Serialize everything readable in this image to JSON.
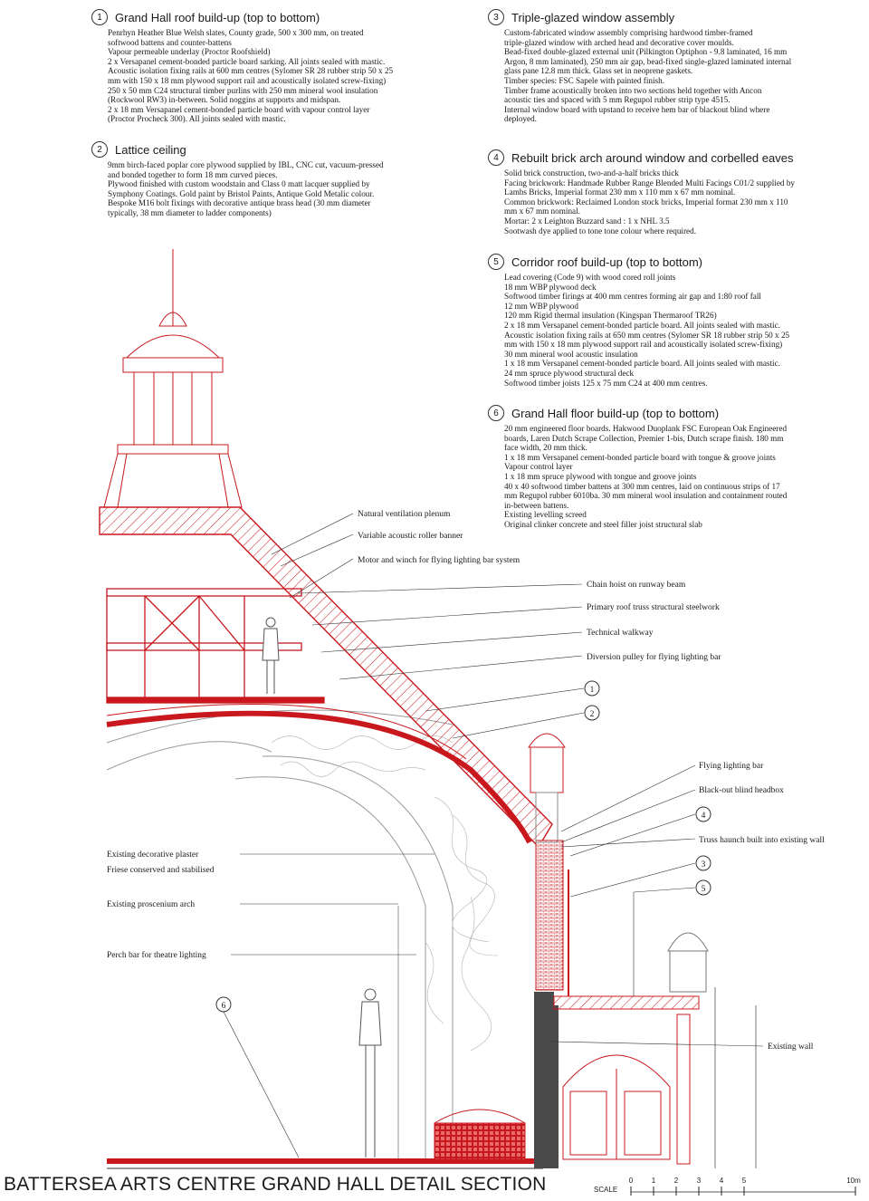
{
  "notes": [
    {
      "num": "1",
      "title": "Grand Hall roof build-up (top to bottom)",
      "lines": [
        "Penrhyn Heather Blue Welsh slates, County grade, 500 x 300 mm, on treated",
        "softwood battens and counter-battens",
        "Vapour permeable underlay (Proctor Roofshield)",
        "2 x Versapanel cement-bonded particle board sarking. All joints sealed with mastic.",
        "Acoustic isolation fixing rails at 600 mm centres (Sylomer SR 28 rubber strip 50 x 25",
        "mm with 150 x 18 mm plywood support rail and acoustically isolated screw-fixing)",
        "250 x 50 mm C24 structural timber purlins with 250 mm mineral wool insulation",
        "(Rockwool RW3) in-between. Solid noggins at supports and midspan.",
        "2 x 18 mm Versapanel cement-bonded particle board with vapour control layer",
        "(Proctor Procheck 300). All joints sealed with mastic."
      ]
    },
    {
      "num": "2",
      "title": "Lattice ceiling",
      "lines": [
        "9mm birch-faced poplar core plywood supplied by IBL, CNC cut, vacuum-pressed",
        "and bonded together to form 18 mm curved pieces.",
        "Plywood finished with custom woodstain and Class 0 matt lacquer supplied by",
        "Symphony Coatings. Gold paint by Bristol Paints, Antique Gold Metalic colour.",
        "Bespoke M16 bolt fixings with decorative antique brass head (30 mm diameter",
        "typically, 38 mm diameter to ladder components)"
      ]
    },
    {
      "num": "3",
      "title": "Triple-glazed window assembly",
      "lines": [
        "Custom-fabricated window assembly comprising hardwood timber-framed",
        "triple-glazed window with arched head and decorative cover moulds.",
        "Bead-fixed double-glazed external unit (Pilkington Optiphon - 9.8 laminated, 16 mm",
        "Argon, 8 mm laminated), 250 mm air gap, bead-fixed single-glazed laminated internal",
        "glass pane 12.8 mm thick. Glass set in neoprene gaskets.",
        "Timber species: FSC Sapele with painted finish.",
        "Timber frame acoustically broken into two sections held together with Ancon",
        "acoustic ties and spaced with 5 mm Regupol rubber strip type 4515.",
        "Internal window board with upstand to receive hem bar of blackout blind where",
        "deployed."
      ]
    },
    {
      "num": "4",
      "title": "Rebuilt brick arch around window and corbelled eaves",
      "lines": [
        "Solid brick construction, two-and-a-half bricks thick",
        "Facing brickwork: Handmade Rubber Range Blended Multi Facings C01/2 supplied by",
        "Lambs Bricks, Imperial format 230 mm x 110 mm x 67 mm nominal.",
        "Common brickwork: Reclaimed London stock bricks, Imperial format 230 mm x 110",
        "mm x 67 mm nominal.",
        "Mortar: 2 x Leighton Buzzard sand : 1 x NHL 3.5",
        "Sootwash dye applied to tone tone colour where required."
      ]
    },
    {
      "num": "5",
      "title": "Corridor roof build-up (top to bottom)",
      "lines": [
        "Lead covering (Code 9) with wood cored roll joints",
        "18 mm WBP plywood deck",
        "Softwood timber firings at 400 mm centres forming air gap and 1:80 roof fall",
        "12 mm WBP plywood",
        "120 mm Rigid thermal insulation (Kingspan Thermaroof TR26)",
        "2 x 18 mm Versapanel cement-bonded particle board. All joints sealed with mastic.",
        "Acoustic isolation fixing rails at 650 mm centres (Sylomer SR 18 rubber strip 50 x 25",
        "mm with 150 x 18 mm plywood support rail and acoustically isolated screw-fixing)",
        "30 mm mineral wool acoustic insulation",
        "1 x 18 mm Versapanel cement-bonded particle board. All joints sealed with mastic.",
        "24 mm spruce plywood structural deck",
        "Softwood timber joists 125 x 75 mm C24 at 400 mm centres."
      ]
    },
    {
      "num": "6",
      "title": "Grand Hall floor build-up (top to bottom)",
      "lines": [
        "20 mm engineered floor boards. Hakwood Duoplank FSC European Oak Engineered",
        "boards, Laren Dutch Scrape Collection, Premier 1-bis, Dutch scrape finish. 180 mm",
        "face width, 20 mm thick.",
        "1 x 18 mm Versapanel cement-bonded particle board with tongue & groove joints",
        "Vapour control layer",
        "1 x 18 mm spruce plywood with tongue and groove joints",
        "40 x 40 softwood timber battens at 300 mm centres, laid on continuous strips of 17",
        "mm Regupol rubber 6010ba. 30 mm mineral wool insulation and containment routed",
        "in-between battens.",
        "Existing levelling screed",
        "Original clinker concrete and steel filler joist structural slab"
      ]
    }
  ],
  "labels": {
    "natural_ventilation": "Natural ventilation plenum",
    "acoustic_banner": "Variable acoustic roller banner",
    "motor_winch": "Motor and winch for flying lighting bar system",
    "chain_hoist": "Chain hoist on runway beam",
    "roof_truss": "Primary roof truss structural steelwork",
    "walkway": "Technical walkway",
    "pulley": "Diversion pulley for flying lighting bar",
    "flying_bar": "Flying lighting bar",
    "blind_headbox": "Black-out blind headbox",
    "truss_haunch": "Truss haunch built into existing wall",
    "plaster": "Existing decorative plaster",
    "friese": "Friese conserved and stabilised",
    "proscenium": "Existing proscenium arch",
    "perch_bar": "Perch bar for theatre lighting",
    "existing_wall": "Existing wall"
  },
  "callouts": [
    "1",
    "2",
    "4",
    "3",
    "5",
    "6"
  ],
  "title": "BATTERSEA ARTS CENTRE GRAND HALL DETAIL SECTION",
  "scale": {
    "word": "SCALE",
    "ticks": [
      "0",
      "1",
      "2",
      "3",
      "4",
      "5",
      "10m"
    ]
  },
  "colors": {
    "accent": "#c8181e",
    "line": "#333333",
    "wall": "#4a4a4a"
  }
}
